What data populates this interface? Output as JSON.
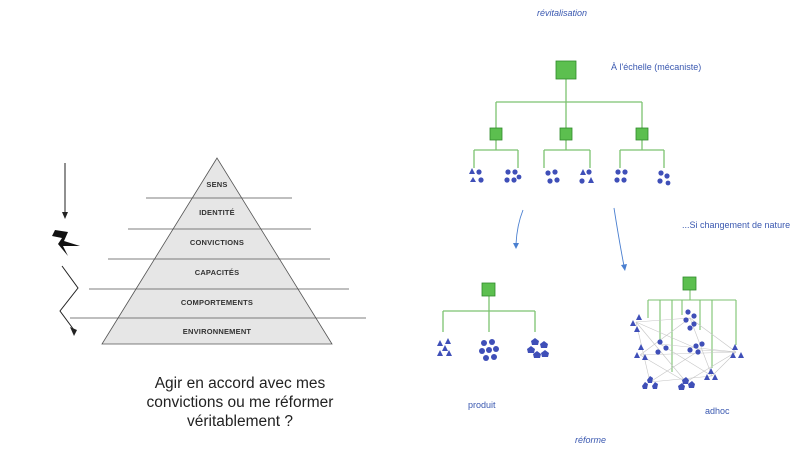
{
  "labels": {
    "revitalisation": "révitalisation",
    "reforme": "réforme",
    "mechanistic_scale": "À l'échelle (mécaniste)",
    "change_nature": "...Si changement de nature",
    "produit": "produit",
    "adhoc": "adhoc"
  },
  "pyramid": {
    "levels": [
      "SENS",
      "IDENTITÉ",
      "CONVICTIONS",
      "CAPACITÉS",
      "COMPORTEMENTS",
      "ENVIRONNEMENT"
    ]
  },
  "quote": {
    "line1": "Agir en accord avec mes",
    "line2": "convictions ou me réformer",
    "line3": "véritablement  ?"
  },
  "colors": {
    "node_green": "#5cbf4f",
    "node_blue": "#3f4fb8",
    "text_blue": "#3a58b0",
    "pyramid_fill": "#e6e6e6"
  }
}
